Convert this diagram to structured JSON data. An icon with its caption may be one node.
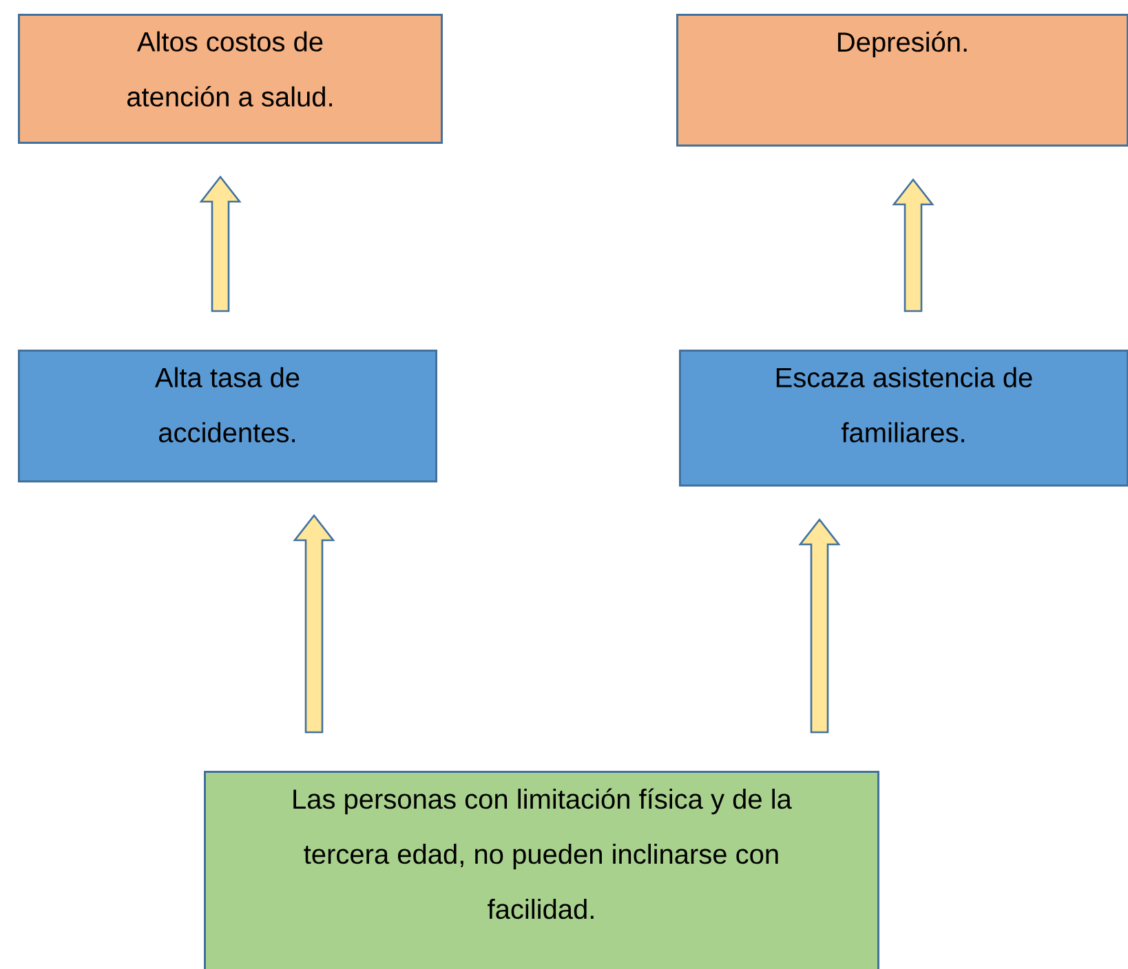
{
  "diagram": {
    "nodes": [
      {
        "text": [
          "Altos costos de atención a salud."
        ]
      },
      {
        "text": [
          "Depresión."
        ]
      },
      {
        "text": [
          "Alta tasa de accidentes."
        ]
      },
      {
        "text": [
          "Escaza asistencia de familiares."
        ]
      },
      {
        "text": [
          "Las personas con limitación física y de la tercera edad, no pueden inclinarse con facilidad."
        ]
      }
    ],
    "edges": [
      {
        "from": 2,
        "to": 0,
        "arrow": "to"
      },
      {
        "from": 3,
        "to": 1,
        "arrow": "to"
      },
      {
        "from": 4,
        "to": 2,
        "arrow": "to"
      },
      {
        "from": 4,
        "to": 3,
        "arrow": "to"
      }
    ]
  }
}
